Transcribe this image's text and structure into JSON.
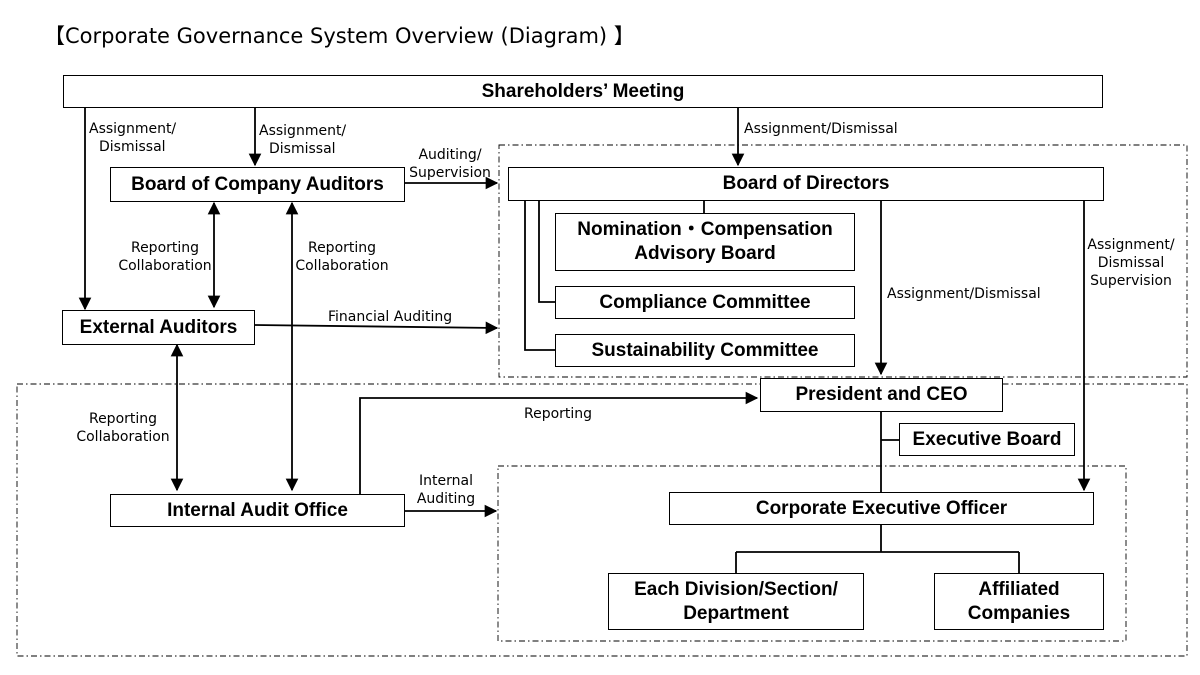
{
  "title": "【Corporate Governance System Overview (Diagram) 】",
  "nodes": {
    "shareholders": "Shareholders’ Meeting",
    "company_auditors": "Board of Company Auditors",
    "board_of_directors": "Board of Directors",
    "nomination_line1": "Nomination・Compensation",
    "nomination_line2": "Advisory Board",
    "compliance": "Compliance Committee",
    "sustainability": "Sustainability Committee",
    "external_auditors": "External Auditors",
    "president": "President and CEO",
    "executive_board": "Executive Board",
    "internal_audit": "Internal Audit Office",
    "ceo_officer": "Corporate Executive Officer",
    "division_line1": "Each Division/Section/",
    "division_line2": "Department",
    "affiliated_line1": "Affiliated",
    "affiliated_line2": "Companies"
  },
  "labels": {
    "sh_to_ext_1": "Assignment/",
    "sh_to_ext_2": "Dismissal",
    "sh_to_aud_1": "Assignment/",
    "sh_to_aud_2": "Dismissal",
    "sh_to_bod": "Assignment/Dismissal",
    "aud_to_bod_1": "Auditing/",
    "aud_to_bod_2": "Supervision",
    "aud_ext_1": "Reporting",
    "aud_ext_2": "Collaboration",
    "aud_int_1": "Reporting",
    "aud_int_2": "Collaboration",
    "financial": "Financial Auditing",
    "bod_to_ceo": "Assignment/Dismissal",
    "bod_to_off_1": "Assignment/",
    "bod_to_off_2": "Dismissal",
    "bod_to_off_3": "Supervision",
    "ext_int_1": "Reporting",
    "ext_int_2": "Collaboration",
    "int_to_ceo": "Reporting",
    "internal_1": "Internal",
    "internal_2": "Auditing"
  }
}
